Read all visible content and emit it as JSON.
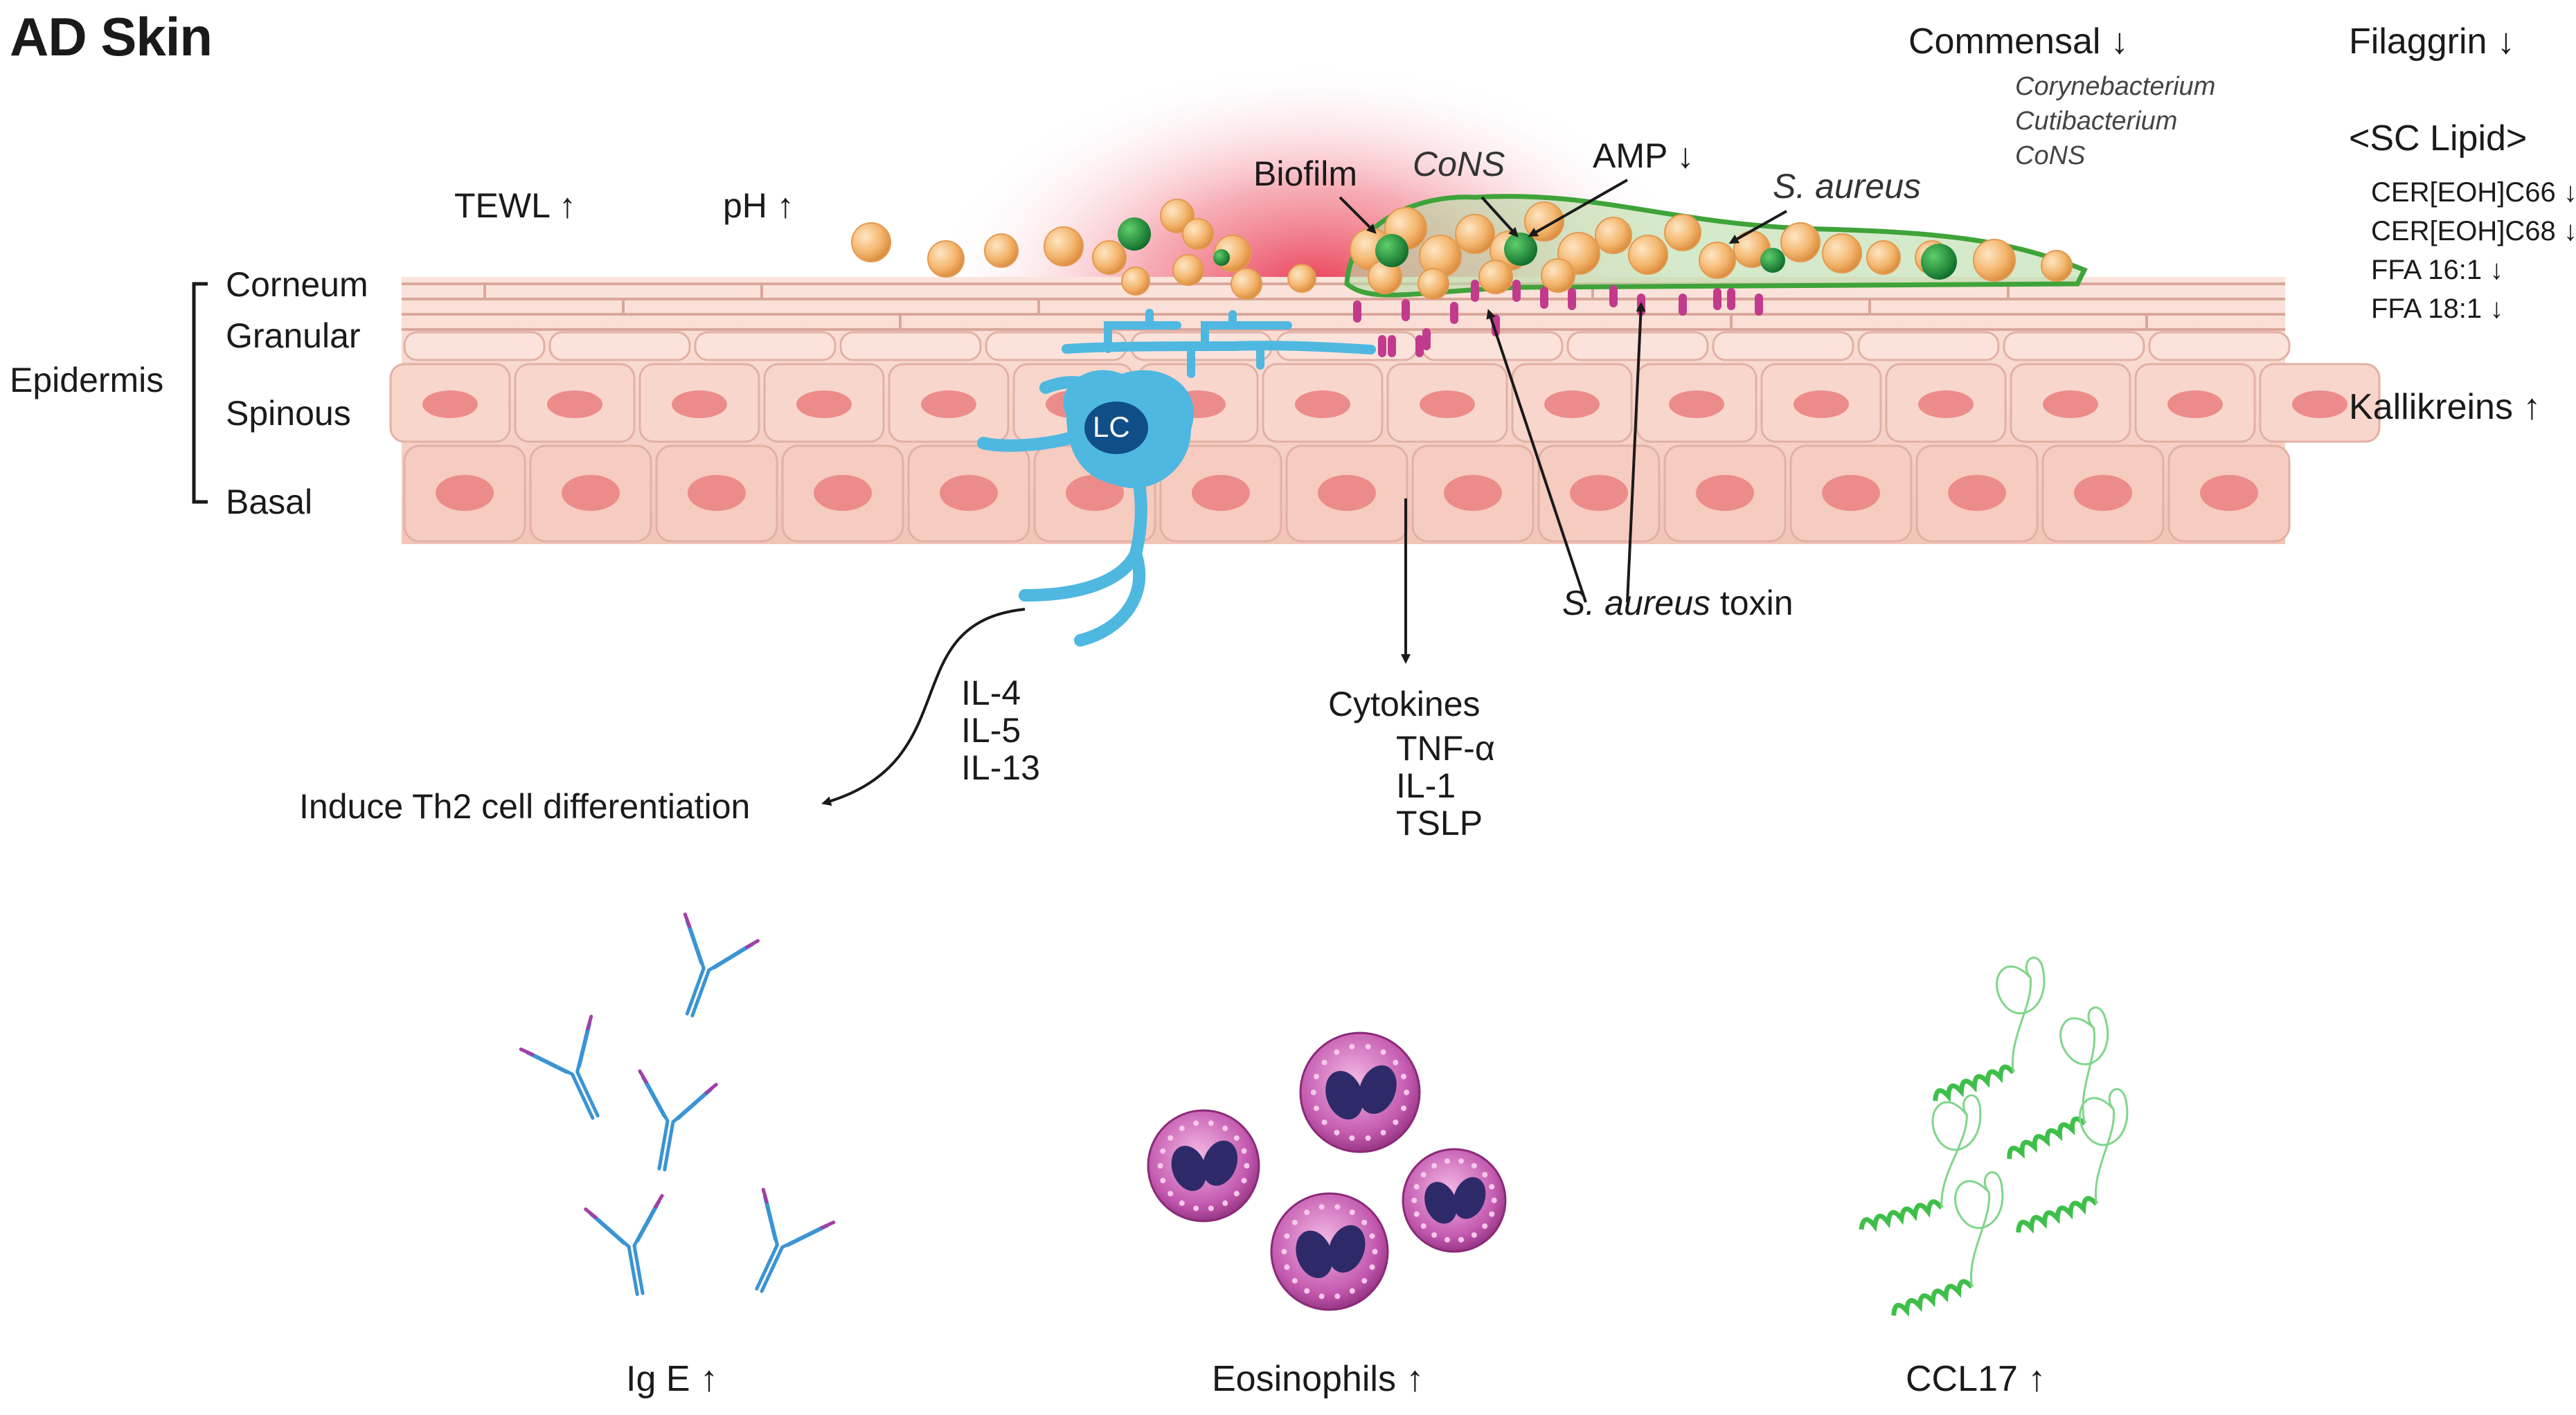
{
  "title": "AD Skin",
  "top_labels": {
    "tewl": "TEWL ↑",
    "ph": "pH ↑",
    "biofilm": "Biofilm",
    "cons": "CoNS",
    "amp": "AMP ↓",
    "s_aureus": "S. aureus"
  },
  "commensal": {
    "label": "Commensal ↓",
    "species": [
      "Corynebacterium",
      "Cutibacterium",
      "CoNS"
    ]
  },
  "right_panel": {
    "filaggrin": "Filaggrin ↓",
    "sc_lipid_header": "<SC Lipid>",
    "lipids": [
      "CER[EOH]C66 ↓",
      "CER[EOH]C68 ↓",
      "FFA 16:1 ↓",
      "FFA 18:1 ↓"
    ],
    "kallikreins": "Kallikreins ↑"
  },
  "layers": {
    "group_label": "Epidermis",
    "corneum": "Corneum",
    "granular": "Granular",
    "spinous": "Spinous",
    "basal": "Basal"
  },
  "cell_label": "LC",
  "interleukins": [
    "IL-4",
    "IL-5",
    "IL-13"
  ],
  "th2": "Induce Th2 cell differentiation",
  "cytokines": {
    "header": "Cytokines",
    "items": [
      "TNF-α",
      "IL-1",
      "TSLP"
    ]
  },
  "toxin": {
    "italic": "S. aureus",
    "rest": " toxin"
  },
  "bottom": {
    "ige": "Ig E ↑",
    "eosinophils": "Eosinophils ↑",
    "ccl17": "CCL17 ↑"
  },
  "colors": {
    "skin": "#f6cfc6",
    "nucleus": "#ec8c8a",
    "inflammation": "#e8304a",
    "langerhans": "#4fb8e0",
    "langerhans_nucleus": "#0f4e86",
    "staph": "#f2b46c",
    "biofilm": "#3fa33a",
    "toxin": "#c23a8c",
    "antibody": "#3a94d4",
    "eosinophil": "#b14b9a",
    "ccl17": "#3fbf4a"
  }
}
